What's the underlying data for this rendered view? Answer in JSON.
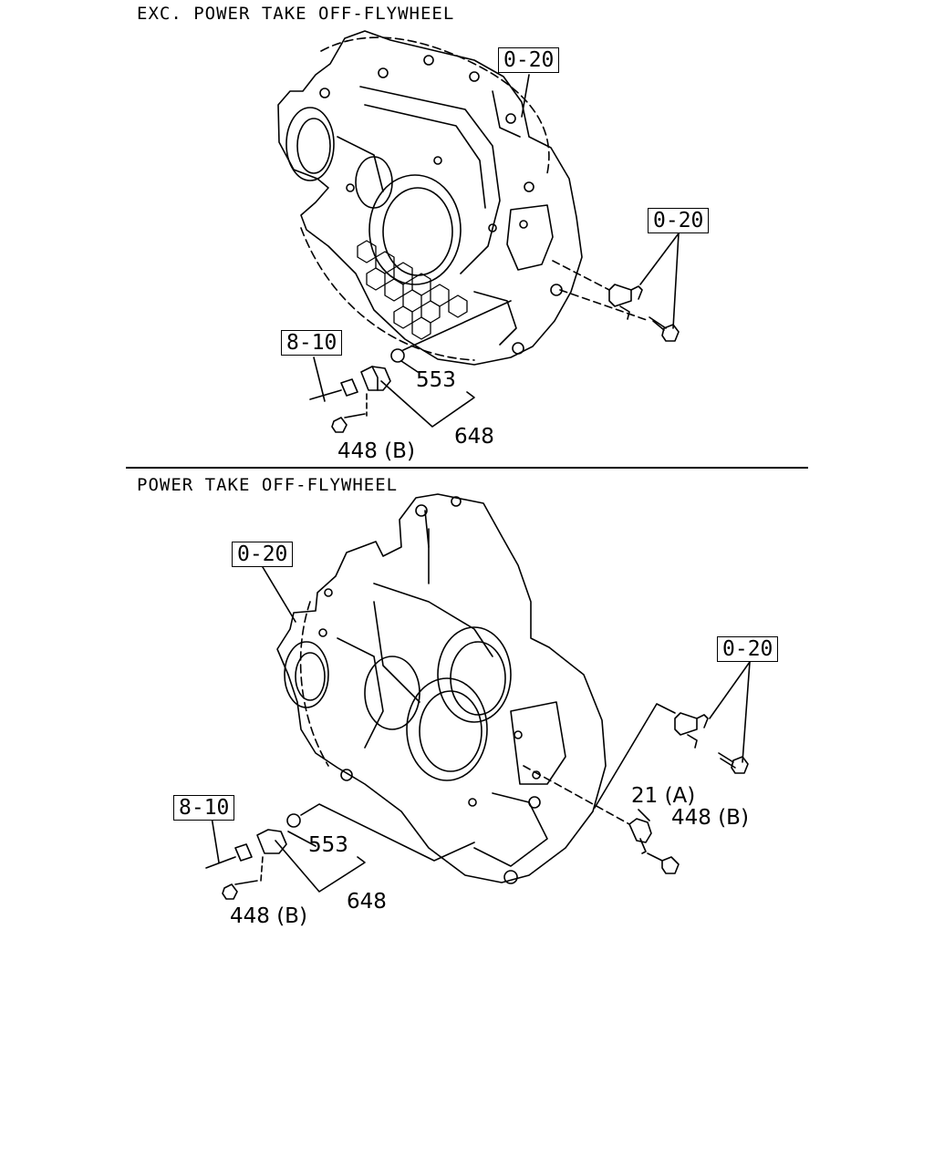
{
  "sections": {
    "top": {
      "title": "EXC. POWER TAKE OFF-FLYWHEEL",
      "refs": [
        "0-20",
        "0-20",
        "8-10"
      ],
      "parts": [
        "553",
        "648",
        "448 (B)"
      ]
    },
    "bottom": {
      "title": "POWER TAKE OFF-FLYWHEEL",
      "refs": [
        "0-20",
        "0-20",
        "8-10"
      ],
      "parts": [
        "553",
        "648",
        "448 (B)",
        "21 (A)",
        "448 (B)"
      ]
    }
  },
  "colors": {
    "line": "#000000",
    "background": "#ffffff"
  }
}
